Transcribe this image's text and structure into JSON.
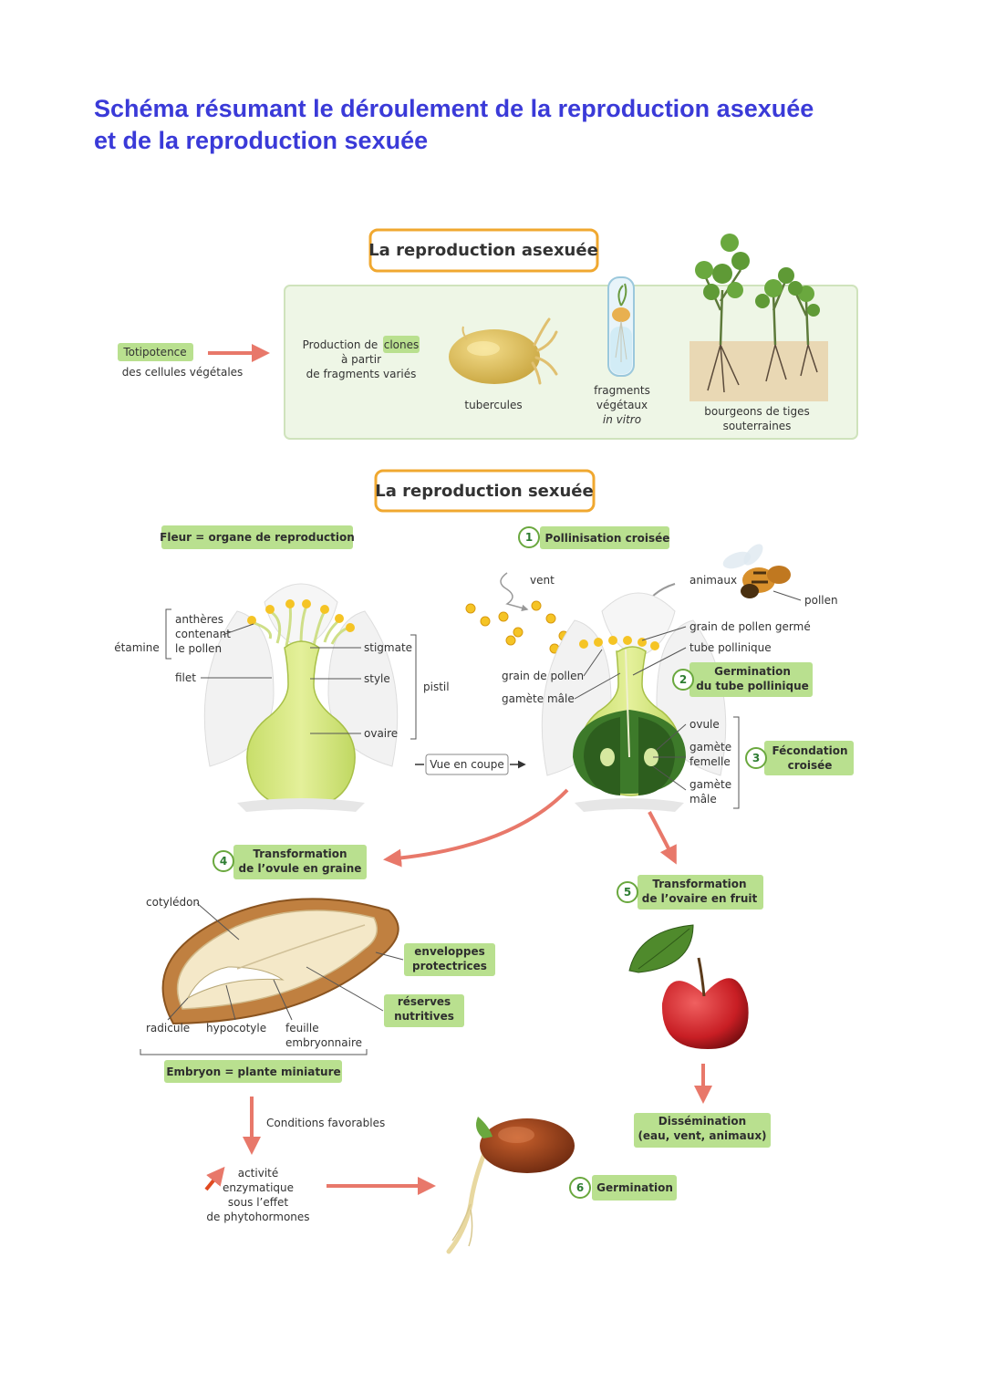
{
  "page": {
    "title_line1": "Schéma résumant le déroulement de la reproduction asexuée",
    "title_line2": "et de la reproduction sexuée"
  },
  "colors": {
    "title": "#3a3ad8",
    "label_box": "#b9e08f",
    "panel_bg": "#eef6e6",
    "heading_border": "#f0a830",
    "arrow": "#e8786a"
  },
  "asexual": {
    "heading": "La reproduction asexuée",
    "totipotence": "Totipotence",
    "totipotence_sub": "des cellules végétales",
    "production_prefix": "Production de",
    "clones": "clones",
    "production_l2": "à partir",
    "production_l3": "de fragments variés",
    "tubercules": "tubercules",
    "fragments_l1": "fragments",
    "fragments_l2": "végétaux",
    "fragments_l3": "in vitro",
    "bourgeons_l1": "bourgeons de tiges",
    "bourgeons_l2": "souterraines"
  },
  "sexual": {
    "heading": "La reproduction sexuée",
    "flower_label": "Fleur = organe de reproduction",
    "etamine": "étamine",
    "antheres_l1": "anthères",
    "antheres_l2": "contenant",
    "antheres_l3": "le pollen",
    "filet": "filet",
    "stigmate": "stigmate",
    "style": "style",
    "pistil": "pistil",
    "ovaire": "ovaire",
    "vue_en_coupe": "Vue en coupe",
    "step1_num": "1",
    "step1": "Pollinisation croisée",
    "vent": "vent",
    "animaux": "animaux",
    "pollen": "pollen",
    "grain_germe": "grain de pollen germé",
    "tube_pollinique": "tube pollinique",
    "grain_de_pollen": "grain de pollen",
    "gamete_male": "gamète mâle",
    "step2_num": "2",
    "step2_l1": "Germination",
    "step2_l2": "du tube pollinique",
    "ovule": "ovule",
    "gamete_femelle_l1": "gamète",
    "gamete_femelle_l2": "femelle",
    "gamete_male2_l1": "gamète",
    "gamete_male2_l2": "mâle",
    "step3_num": "3",
    "step3_l1": "Fécondation",
    "step3_l2": "croisée",
    "step4_num": "4",
    "step4_l1": "Transformation",
    "step4_l2": "de l’ovule en graine",
    "cotyledon": "cotylédon",
    "enveloppes_l1": "enveloppes",
    "enveloppes_l2": "protectrices",
    "reserves_l1": "réserves",
    "reserves_l2": "nutritives",
    "radicule": "radicule",
    "hypocotyle": "hypocotyle",
    "feuille_l1": "feuille",
    "feuille_l2": "embryonnaire",
    "embryon": "Embryon = plante miniature",
    "step5_num": "5",
    "step5_l1": "Transformation",
    "step5_l2": "de l’ovaire en fruit",
    "dissemination_l1": "Dissémination",
    "dissemination_l2": "(eau, vent, animaux)",
    "conditions": "Conditions favorables",
    "activite_l1": "activité",
    "activite_l2": "enzymatique",
    "activite_l3": "sous l’effet",
    "activite_l4": "de phytohormones",
    "step6_num": "6",
    "step6": "Germination"
  },
  "icons": [
    "potato-icon",
    "test-tube-icon",
    "plants-icon",
    "flower-icon",
    "flower-section-icon",
    "bee-icon",
    "seed-section-icon",
    "apple-icon",
    "seedling-icon",
    "arrow-icon"
  ]
}
